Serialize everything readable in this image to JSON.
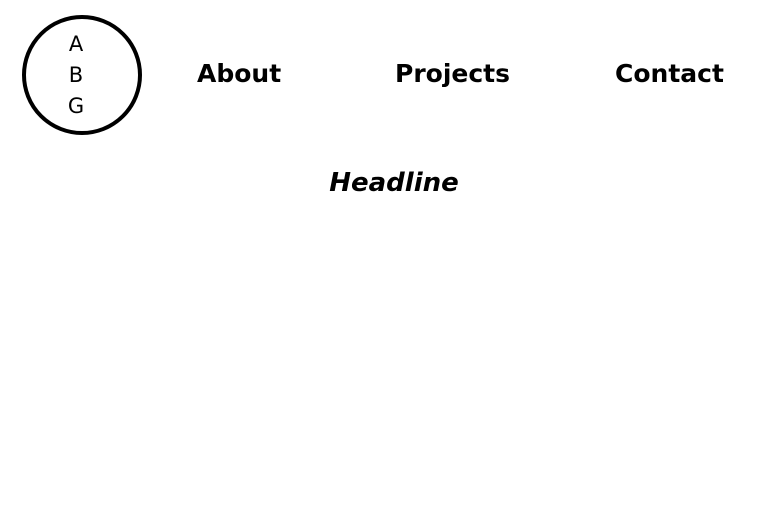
{
  "logo": {
    "letters": [
      "A",
      "B",
      "G"
    ]
  },
  "nav": {
    "items": [
      {
        "label": "About"
      },
      {
        "label": "Projects"
      },
      {
        "label": "Contact"
      }
    ]
  },
  "main": {
    "headline": "Headline"
  },
  "colors": {
    "background": "#ffffff",
    "text": "#000000",
    "logo_border": "#000000"
  }
}
